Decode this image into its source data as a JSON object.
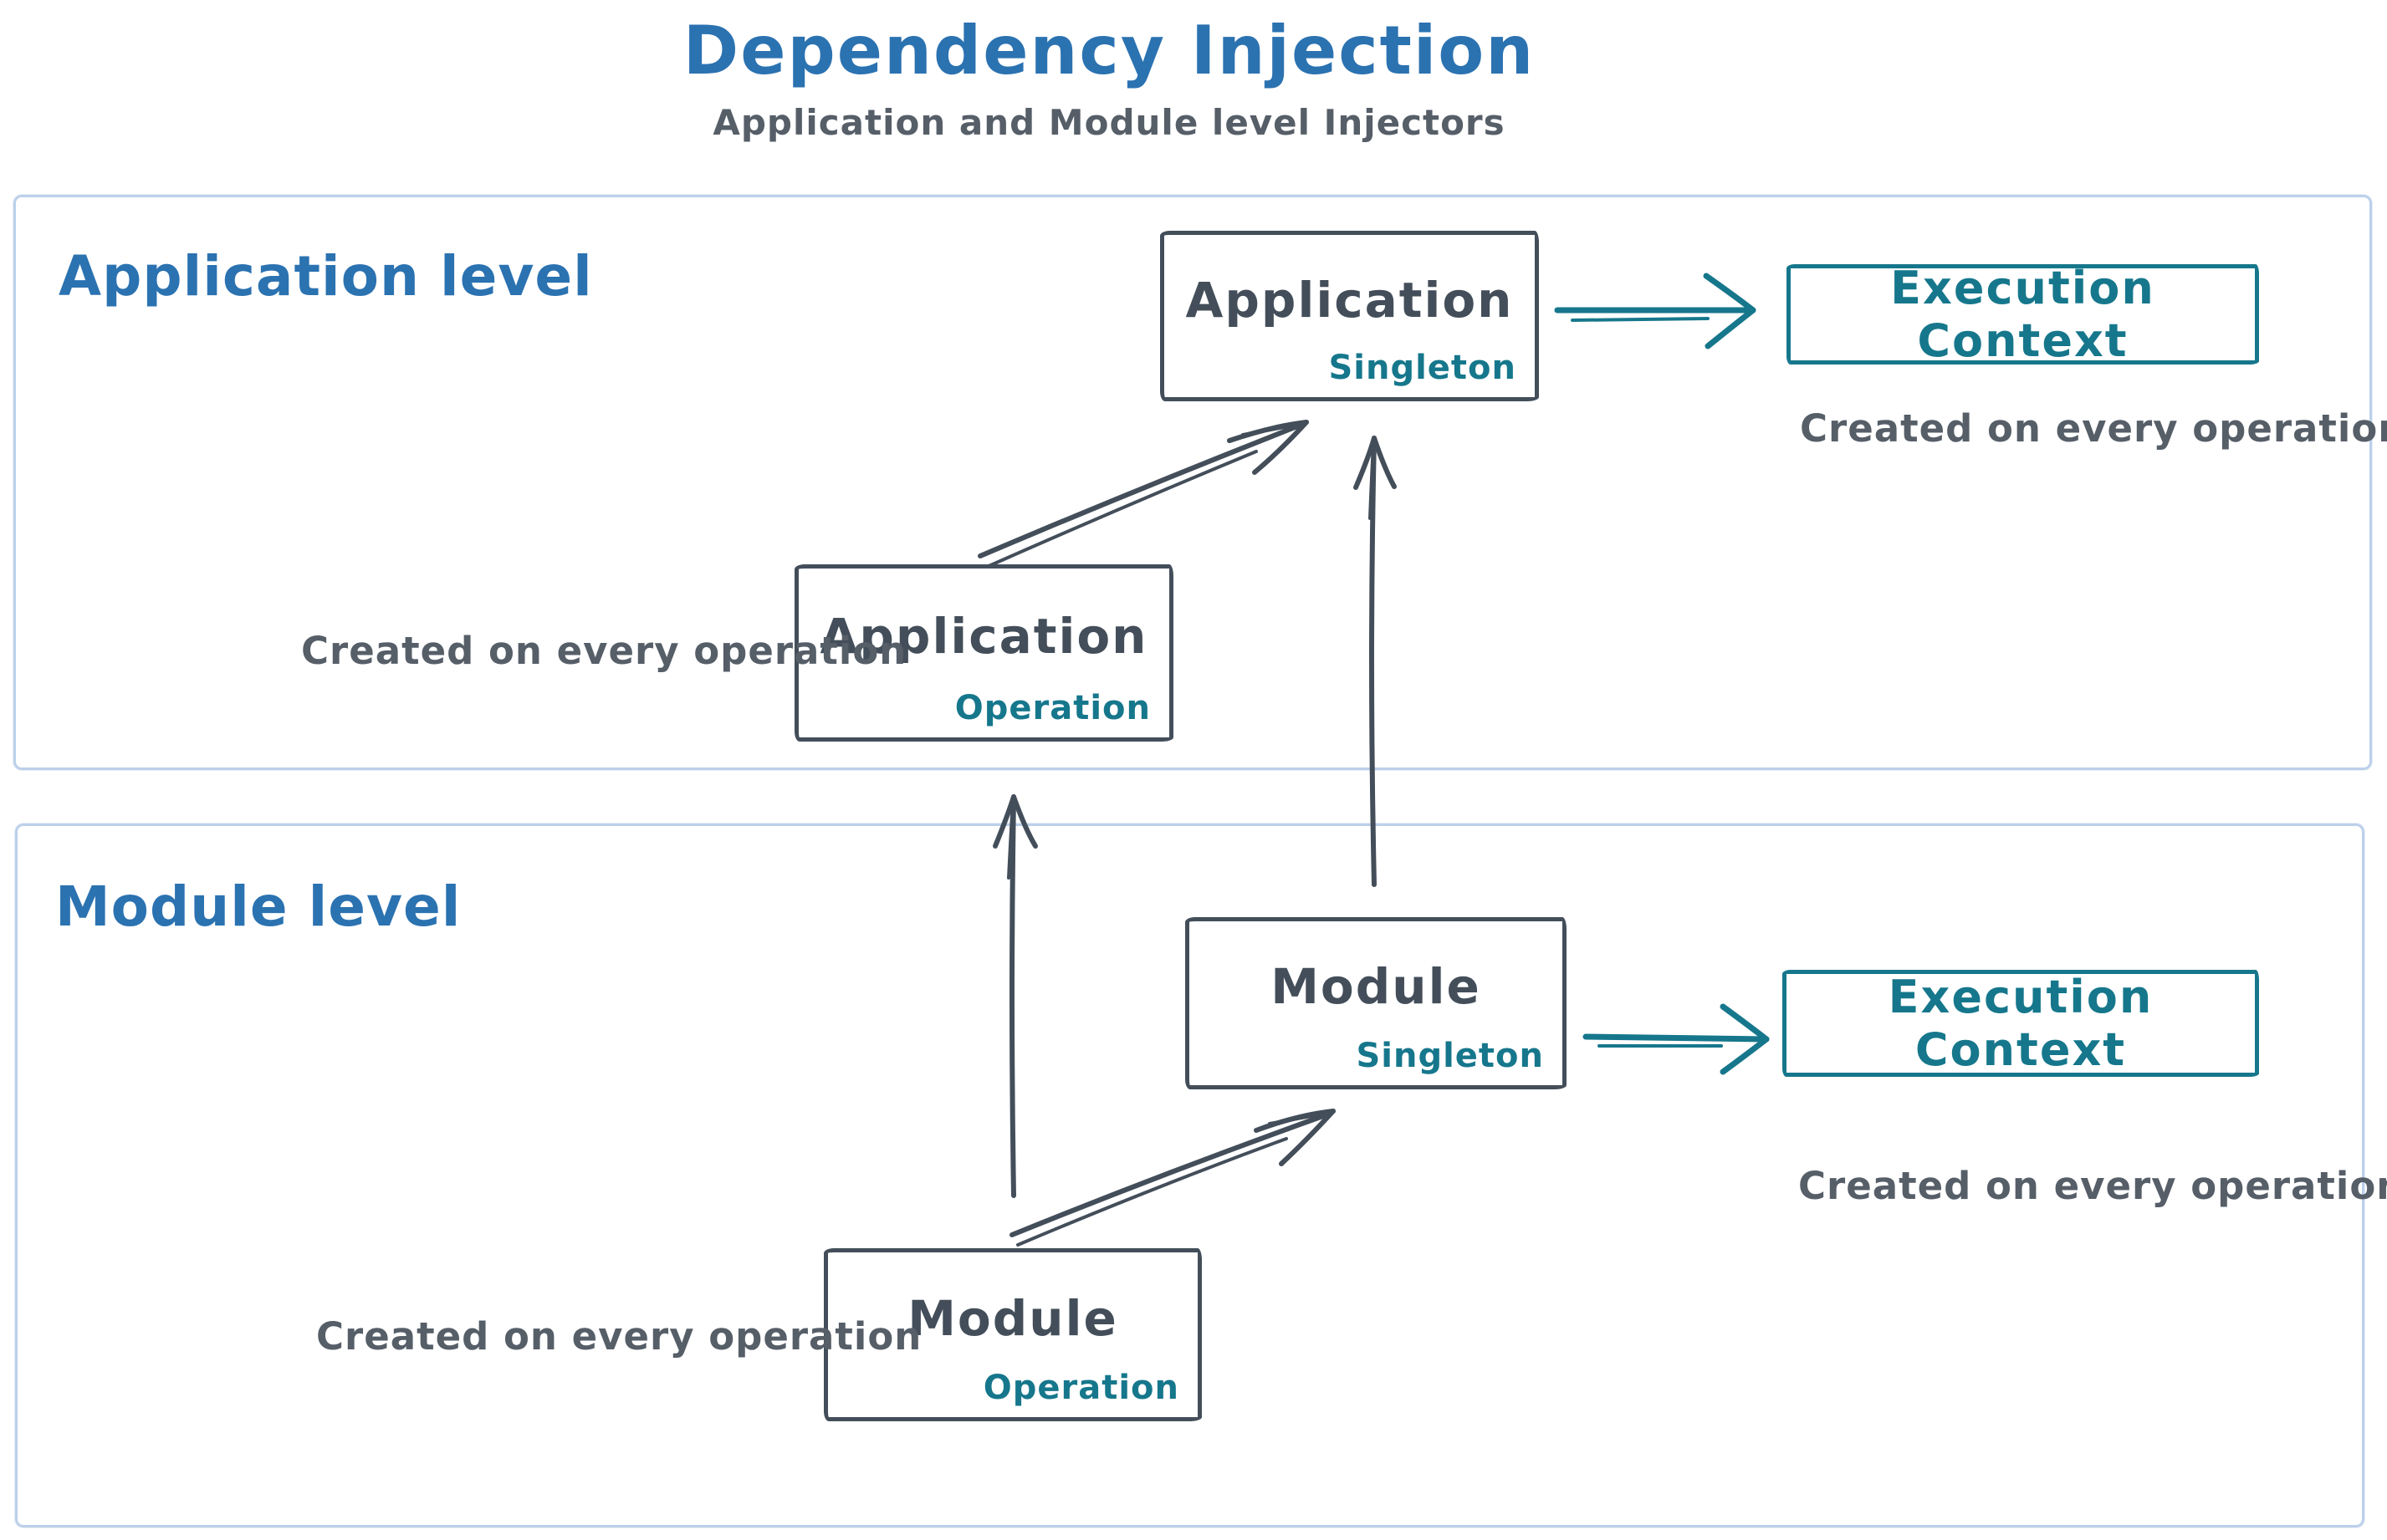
{
  "title": "Dependency Injection",
  "subtitle": "Application and Module level Injectors",
  "colors": {
    "blue": "#2b72b1",
    "teal": "#16778c",
    "dark": "#434e5a",
    "gray": "#565e68",
    "frame": "#bcd0ea"
  },
  "sections": {
    "application": {
      "label": "Application level",
      "singleton_box": {
        "title": "Application",
        "tag": "Singleton"
      },
      "operation_box": {
        "title": "Application",
        "tag": "Operation"
      },
      "operation_caption": "Created on every operation",
      "execution_box": {
        "label": "Execution Context"
      },
      "execution_caption": "Created on every operation"
    },
    "module": {
      "label": "Module level",
      "singleton_box": {
        "title": "Module",
        "tag": "Singleton"
      },
      "operation_box": {
        "title": "Module",
        "tag": "Operation"
      },
      "operation_caption": "Created on every operation",
      "execution_box": {
        "label": "Execution Context"
      },
      "execution_caption": "Created on every operation"
    }
  },
  "connections": [
    {
      "from": "Application Operation",
      "to": "Application Singleton"
    },
    {
      "from": "Application Singleton",
      "to": "Application Execution Context"
    },
    {
      "from": "Module Operation",
      "to": "Application Operation"
    },
    {
      "from": "Module Operation",
      "to": "Module Singleton"
    },
    {
      "from": "Module Singleton",
      "to": "Application Singleton"
    },
    {
      "from": "Module Singleton",
      "to": "Module Execution Context"
    }
  ]
}
